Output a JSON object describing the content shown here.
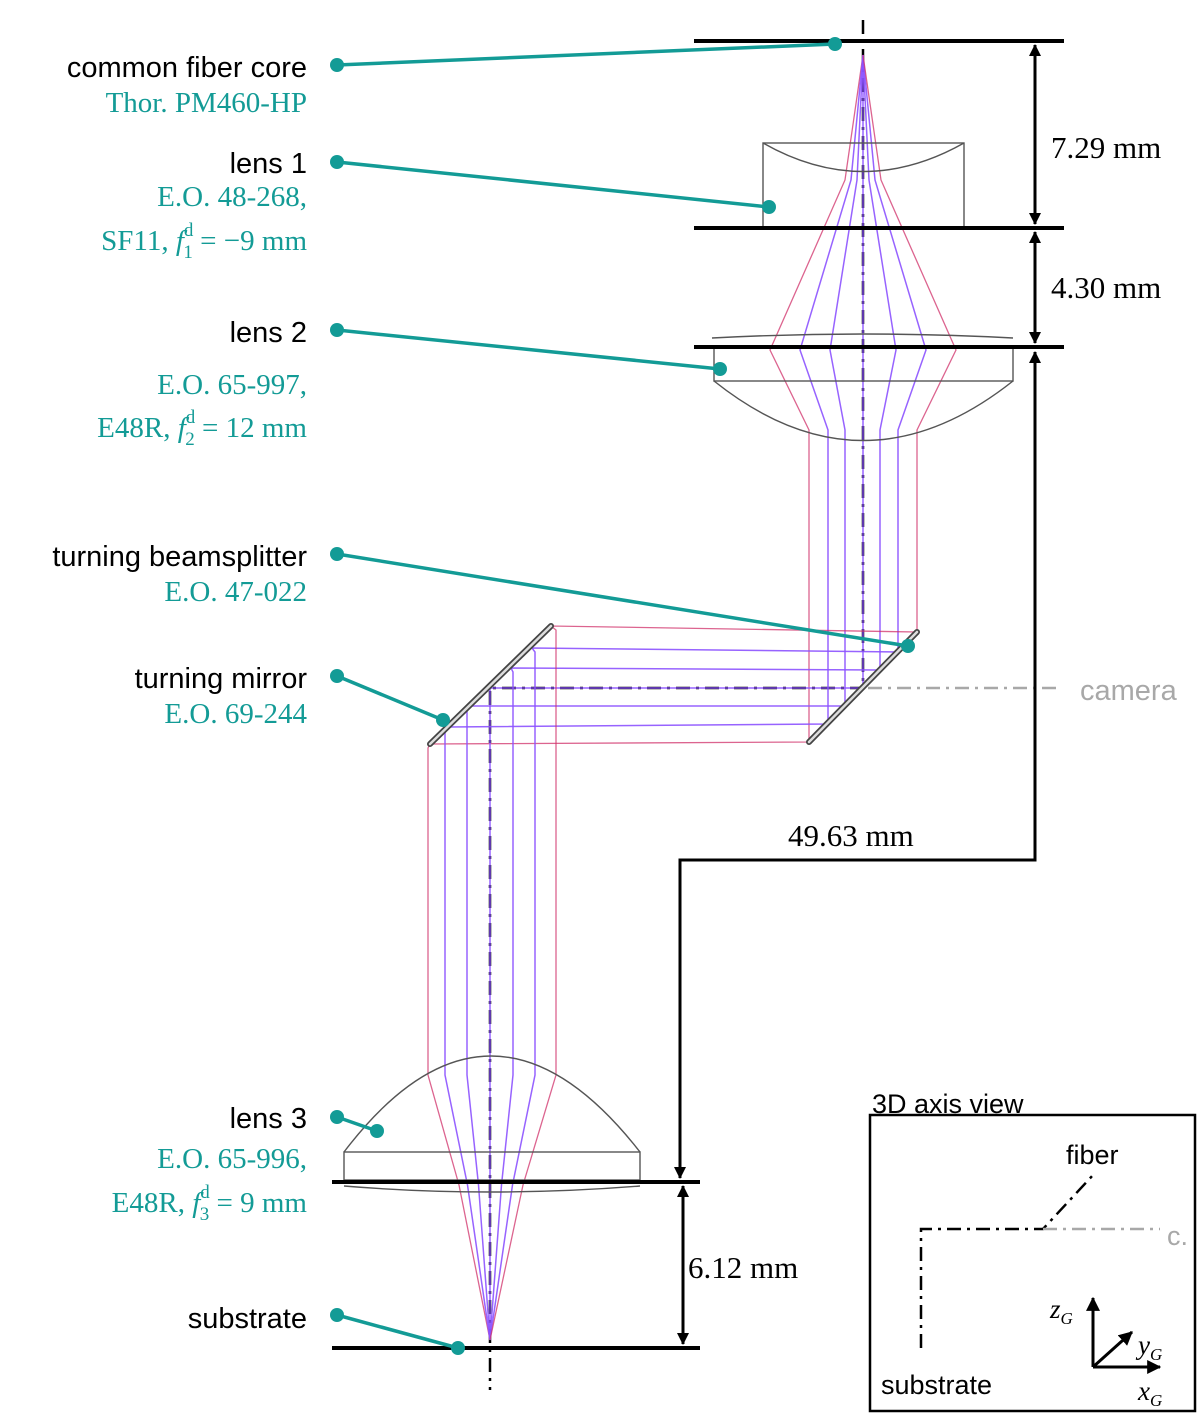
{
  "labels": {
    "fiber": {
      "name": "common fiber core",
      "part": "Thor. PM460-HP"
    },
    "lens1": {
      "name": "lens 1",
      "part": "E.O. 48-268,",
      "spec_prefix": "SF11, ",
      "spec_sub": "1",
      "spec_value": " = −9 mm"
    },
    "lens2": {
      "name": "lens 2",
      "part": "E.O. 65-997,",
      "spec_prefix": "E48R, ",
      "spec_sub": "2",
      "spec_value": " = 12 mm"
    },
    "beamsplitter": {
      "name": "turning beamsplitter",
      "part": "E.O. 47-022"
    },
    "mirror": {
      "name": "turning mirror",
      "part": "E.O. 69-244"
    },
    "lens3": {
      "name": "lens 3",
      "part": "E.O. 65-996,",
      "spec_prefix": "E48R, ",
      "spec_sub": "3",
      "spec_value": " = 9 mm"
    },
    "substrate": {
      "name": "substrate"
    },
    "camera": "camera",
    "focal_symbol": "f",
    "focal_sup": "d"
  },
  "dimensions": {
    "d1": "7.29 mm",
    "d2": "4.30 mm",
    "d3": "49.63 mm",
    "d4": "6.12 mm"
  },
  "inset": {
    "title": "3D axis view",
    "fiber": "fiber",
    "camera_abbrev": "c.",
    "substrate": "substrate",
    "z_axis": "z",
    "y_axis": "y",
    "x_axis": "x",
    "axis_sub": "G"
  },
  "colors": {
    "annotation": "#139b96",
    "ray": "#8c52ff",
    "camera_path": "#a8a8a8"
  }
}
